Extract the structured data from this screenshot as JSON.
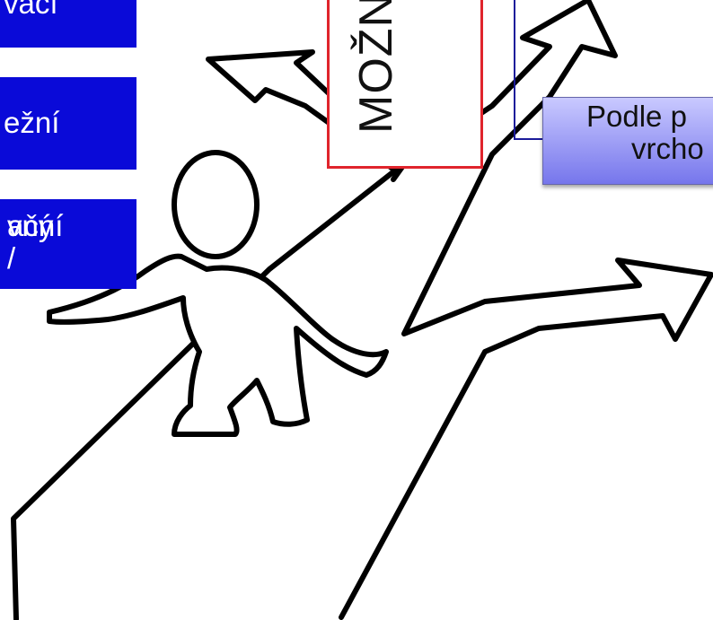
{
  "boxes": {
    "blue_1": "vací",
    "blue_2": "ežní",
    "blue_3_line1": "ační /",
    "blue_3_line2": "vný",
    "red": "MOŽN",
    "lavender_line1": "Podle p",
    "lavender_line2": "vrcho"
  },
  "colors": {
    "blue_box": "#0a0ad8",
    "red_border": "#e0242c",
    "navy_frame": "#1b1b9a",
    "lavender_top": "#c9c9ff",
    "lavender_bottom": "#7676ec",
    "outline": "#000000"
  }
}
